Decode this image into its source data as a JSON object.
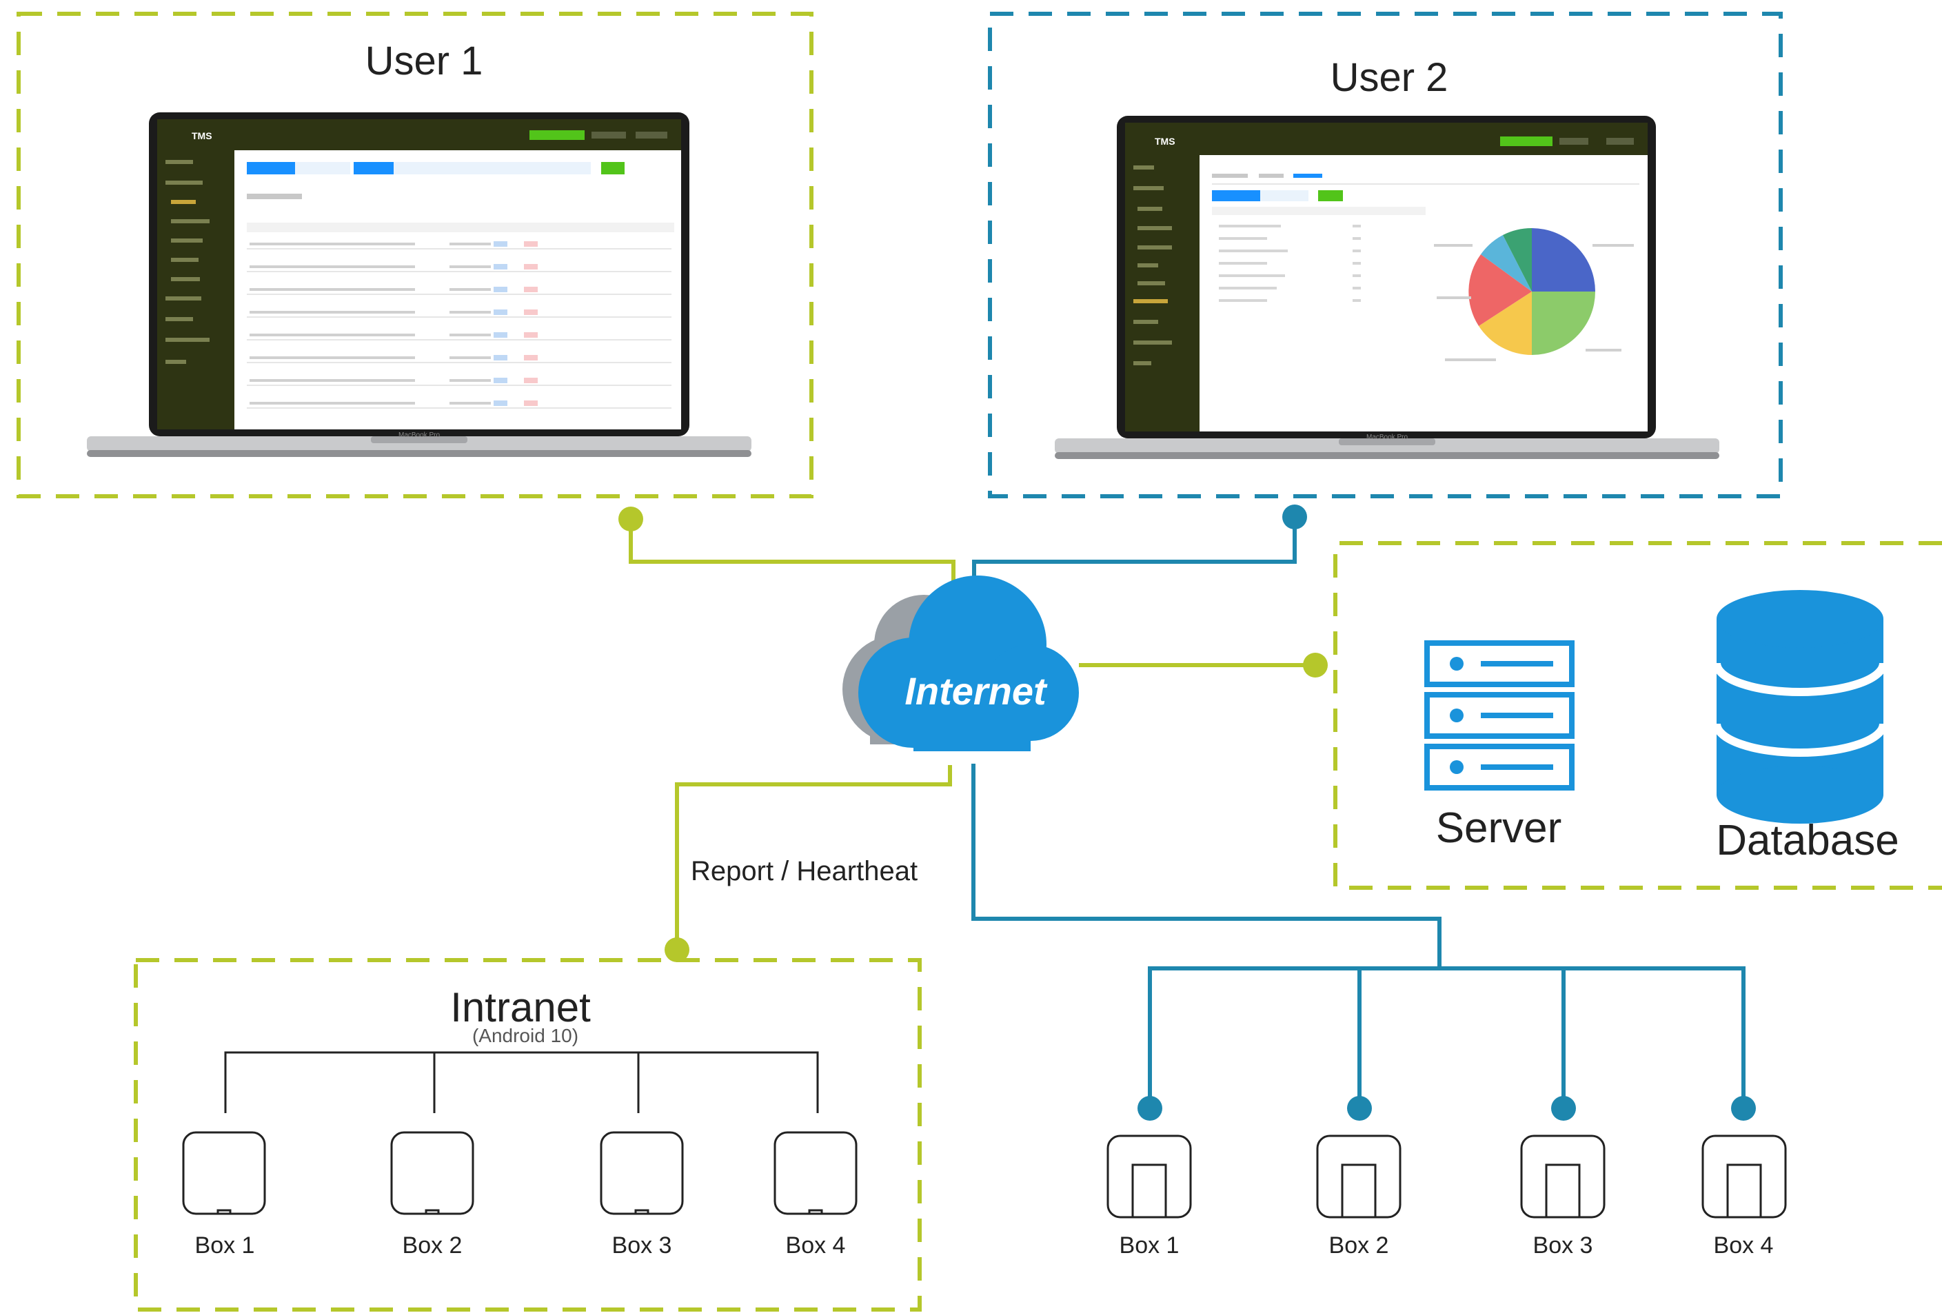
{
  "colors": {
    "green": "#B5C72B",
    "blue": "#1E87AE",
    "cloud": "#1A93DB",
    "cloud_shadow": "#9AA0A6",
    "screen_sidebar": "#2E3413",
    "screen_accent": "#52C41A",
    "screen_blue": "#1890FF"
  },
  "user1": {
    "title": "User 1"
  },
  "user2": {
    "title": "User 2"
  },
  "laptop": {
    "brand": "MacBook Pro",
    "app_name": "TMS"
  },
  "cloud": {
    "label": "Internet"
  },
  "server": {
    "label": "Server",
    "icon": "server-icon"
  },
  "database": {
    "label": "Database",
    "icon": "database-icon"
  },
  "link_label": "Report / Heartheat",
  "intranet": {
    "title": "Intranet",
    "subtitle": "(Android 10)",
    "boxes": [
      "Box 1",
      "Box 2",
      "Box 3",
      "Box 4"
    ]
  },
  "internet_boxes": [
    "Box 1",
    "Box 2",
    "Box 3",
    "Box 4"
  ]
}
